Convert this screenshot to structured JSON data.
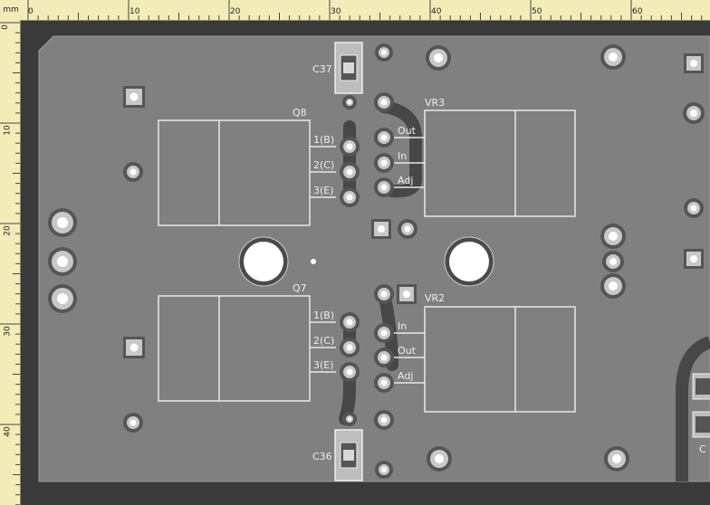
{
  "ruler": {
    "unit": "mm",
    "h_labels": [
      "0",
      "10",
      "20",
      "30",
      "40",
      "50",
      "60"
    ],
    "v_labels": [
      "0",
      "10",
      "20",
      "30",
      "40"
    ]
  },
  "silk": {
    "q8": "Q8",
    "q7": "Q7",
    "vr3": "VR3",
    "vr2": "VR2",
    "c37": "C37",
    "c36": "C36",
    "q8_pins": [
      "1(B)",
      "2(C)",
      "3(E)"
    ],
    "q7_pins": [
      "1(B)",
      "2(C)",
      "3(E)"
    ],
    "vr3_pins": [
      "Out",
      "In",
      "Adj"
    ],
    "vr2_pins": [
      "In",
      "Out",
      "Adj"
    ],
    "edge_label": "C"
  }
}
